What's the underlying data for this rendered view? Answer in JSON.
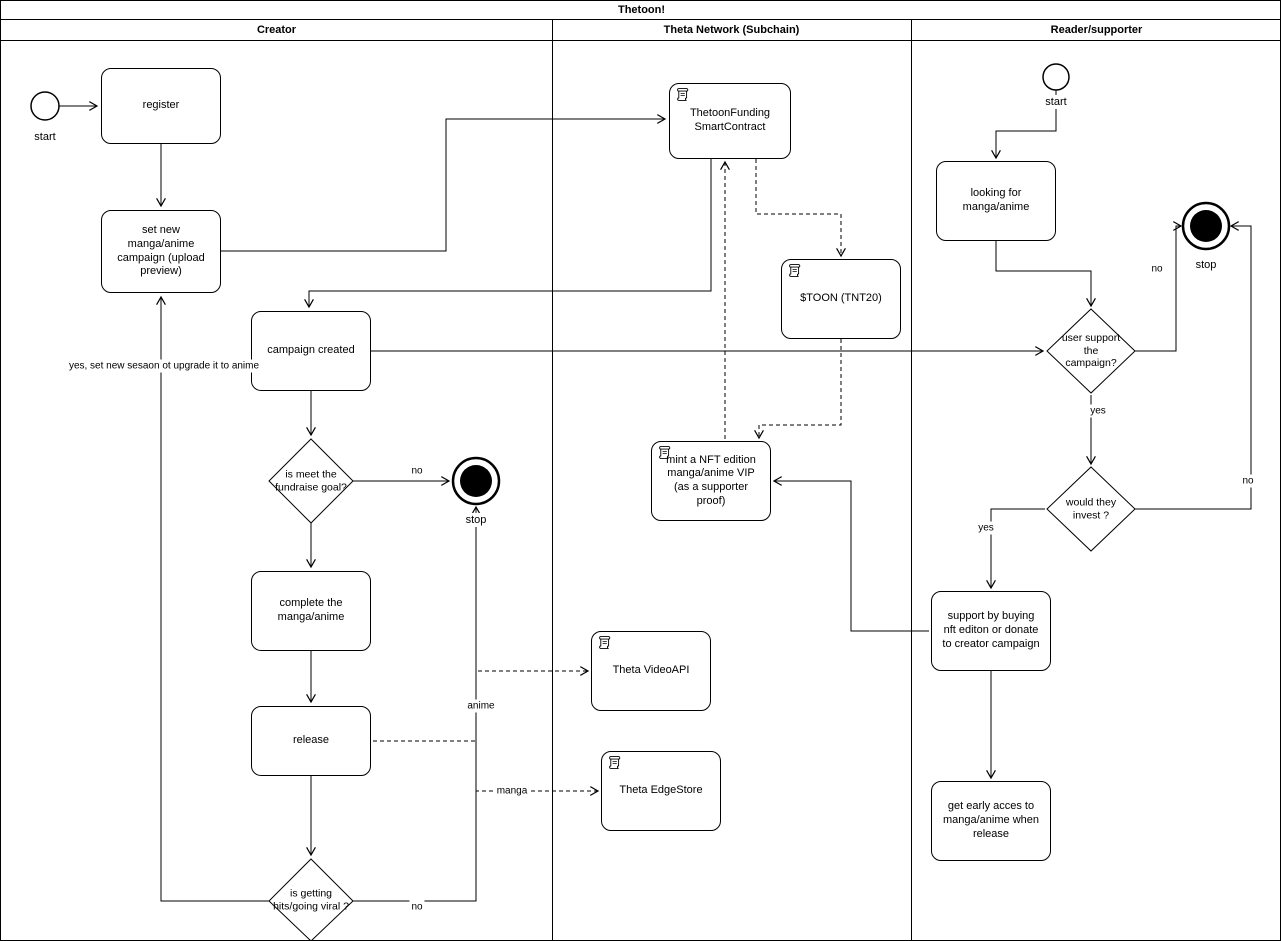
{
  "title": "Thetoon!",
  "lanes": {
    "creator": "Creator",
    "theta": "Theta Network (Subchain)",
    "reader": "Reader/supporter"
  },
  "creator": {
    "register": "register",
    "set_campaign": "set new manga/anime campaign (upload preview)",
    "campaign_created": "campaign created",
    "fundraise_question": "is meet the fundraise goal?",
    "complete": "complete the manga/anime",
    "release": "release",
    "viral_question": "is getting hits/going viral ?"
  },
  "theta": {
    "smart_contract": "ThetoonFunding SmartContract",
    "toon_token": "$TOON (TNT20)",
    "mint_nft": "mint a NFT edition manga/anime VIP (as a supporter proof)",
    "video_api": "Theta VideoAPI",
    "edge_store": "Theta EdgeStore"
  },
  "reader": {
    "looking": "looking for manga/anime",
    "support_question": "user support the campaign?",
    "invest_question": "would they invest ?",
    "support_action": "support by buying nft editon or donate to creator campaign",
    "early_access": "get early acces to manga/anime when release"
  },
  "edge_labels": {
    "yes": "yes",
    "no": "no",
    "anime": "anime",
    "manga": "manga",
    "start": "start",
    "stop": "stop",
    "loop": "yes, set new sesaon ot upgrade it to anime"
  }
}
